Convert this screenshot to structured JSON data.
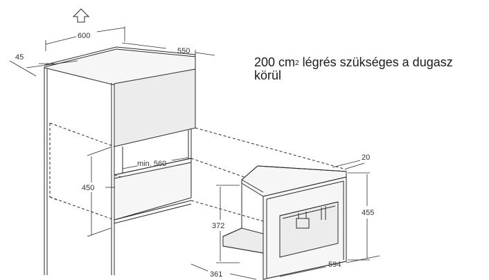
{
  "note": {
    "main": "200 cm",
    "superscript": "2",
    "rest": " légrés szükséges a dugasz körül"
  },
  "dimensions": {
    "cabinet_width": "600",
    "cabinet_depth": "550",
    "top_offset": "45",
    "niche_min_depth": "min. 560",
    "niche_height": "450",
    "appliance_front_offset": "20",
    "appliance_height": "455",
    "appliance_body_height": "372",
    "appliance_body_depth": "361",
    "appliance_width": "594"
  },
  "icons": {
    "airflow": "up-arrow-icon"
  }
}
